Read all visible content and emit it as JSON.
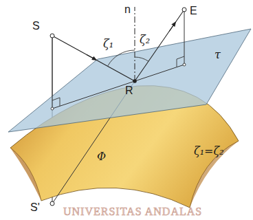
{
  "diagram": {
    "labels": [
      "n",
      "S",
      "E",
      "ζ₁",
      "ζ₂",
      "R",
      "τ",
      "Φ",
      "ζ₁=ζ₂",
      "S'",
      "UNIVERSITAS ANDALAS"
    ]
  }
}
